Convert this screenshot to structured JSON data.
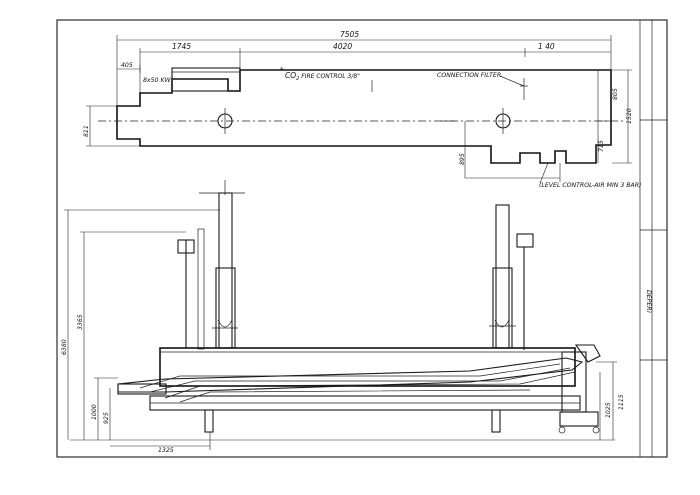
{
  "top_view": {
    "dim_overall": "7505",
    "dim_left": "1745",
    "dim_mid": "4020",
    "dim_right": "1 40",
    "dim_small": "405",
    "heater_label": "8x50 KW",
    "co2_label": "CO",
    "co2_sub": "2",
    "co2_rest": " FIRE  CONTROL  3/8\"",
    "co2_asterisk": "*",
    "connection_label": "CONNECTION  FILTER",
    "level_label": "(LEVEL CONTROL-AIR MIN 3 BAR)",
    "dim_h_805": "805",
    "dim_h_1520": "1520",
    "dim_h_715": "715",
    "dim_h_895": "895",
    "dim_left_vert": "811"
  },
  "side_view": {
    "dim_6380": "6380",
    "dim_3365": "3365",
    "dim_1000": "1000",
    "dim_925": "925",
    "dim_1325": "1325",
    "dim_1025": "1025",
    "dim_1115": "1115",
    "side_label": "DEPER)"
  }
}
